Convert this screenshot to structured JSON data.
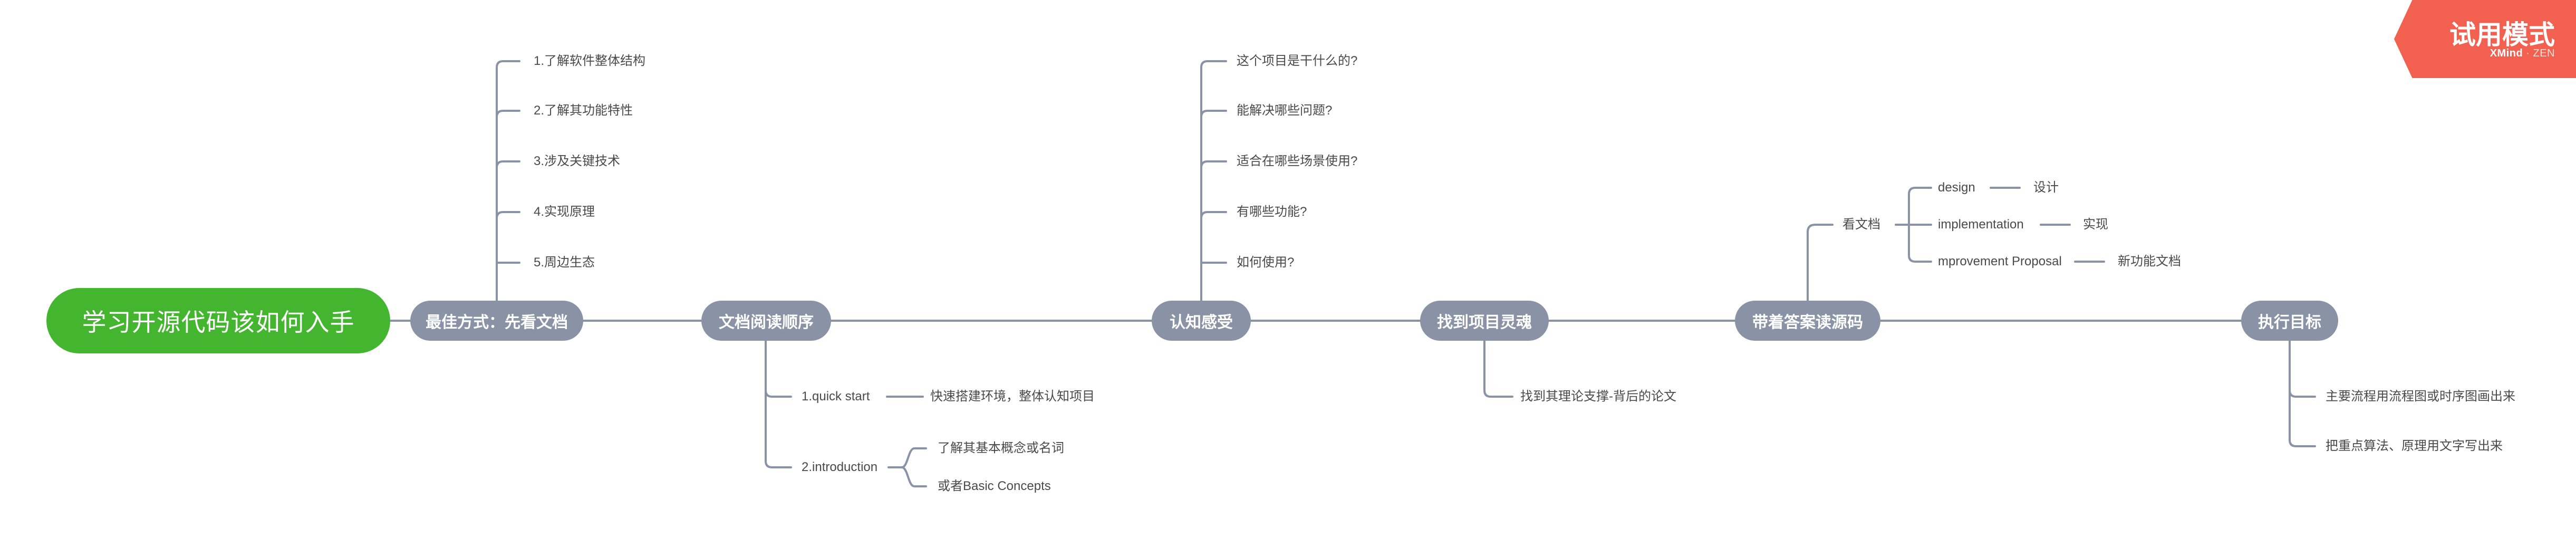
{
  "watermark": {
    "title": "试用模式",
    "brand_bold": "XMind",
    "brand_light": "ZEN"
  },
  "root": {
    "label": "学习开源代码该如何入手"
  },
  "branches": {
    "best_way": {
      "label": "最佳方式：先看文档",
      "items": [
        "1.了解软件整体结构",
        "2.了解其功能特性",
        "3.涉及关键技术",
        "4.实现原理",
        "5.周边生态"
      ]
    },
    "doc_order": {
      "label": "文档阅读顺序",
      "quick_start": "1.quick start",
      "quick_start_detail": "快速搭建环境，整体认知项目",
      "introduction": "2.introduction",
      "intro_details": [
        "了解其基本概念或名词",
        "或者Basic Concepts"
      ]
    },
    "cognition": {
      "label": "认知感受",
      "items": [
        "这个项目是干什么的?",
        "能解决哪些问题?",
        "适合在哪些场景使用?",
        "有哪些功能?",
        "如何使用?"
      ]
    },
    "soul": {
      "label": "找到项目灵魂",
      "items": [
        "找到其理论支撑-背后的论文"
      ]
    },
    "read_source": {
      "label": "带着答案读源码",
      "doc_node": "看文档",
      "pairs": [
        {
          "en": "design",
          "zh": "设计"
        },
        {
          "en": "implementation",
          "zh": "实现"
        },
        {
          "en": "mprovement Proposal",
          "zh": "新功能文档"
        }
      ]
    },
    "goal": {
      "label": "执行目标",
      "items": [
        "主要流程用流程图或时序图画出来",
        "把重点算法、原理用文字写出来"
      ]
    }
  }
}
